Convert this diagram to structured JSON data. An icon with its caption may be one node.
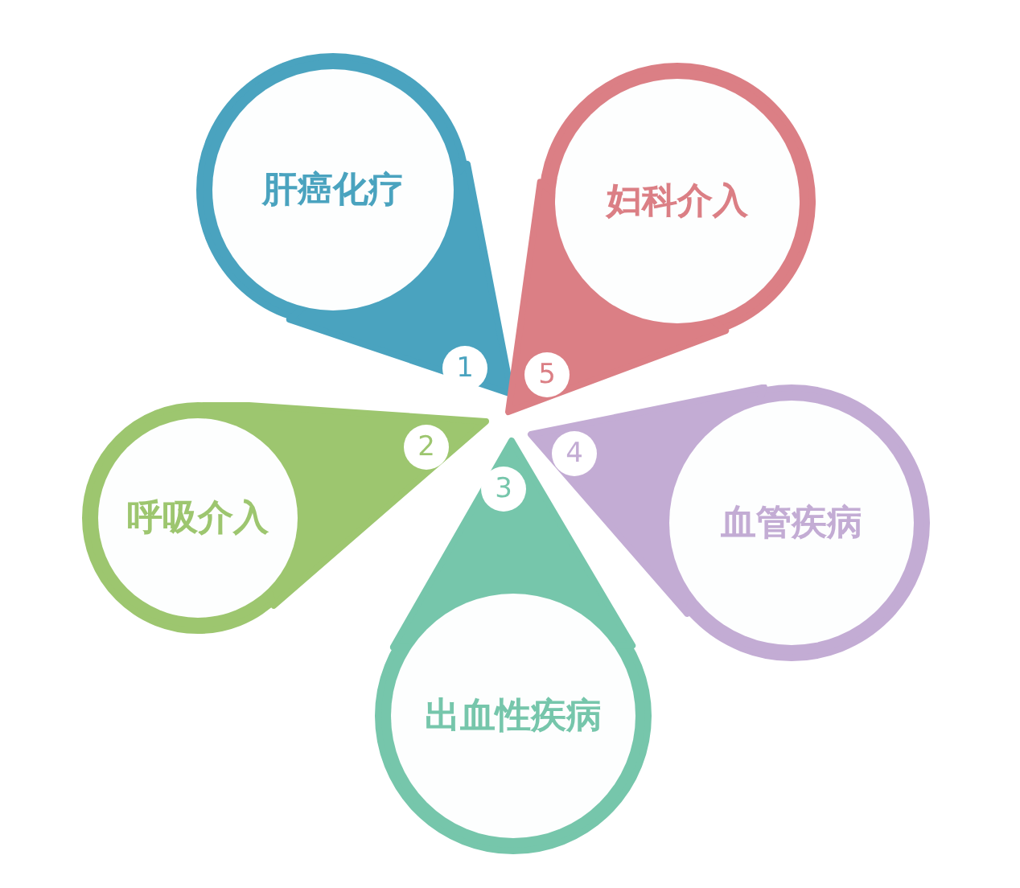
{
  "diagram": {
    "nodes": [
      {
        "text": [
          "肝癌化疗",
          "1"
        ]
      },
      {
        "text": [
          "呼吸介入",
          "2"
        ]
      },
      {
        "text": [
          "3",
          "出血性疾病"
        ]
      },
      {
        "text": [
          "血管疾病",
          "4"
        ]
      },
      {
        "text": [
          "妇科介入",
          "5"
        ]
      }
    ]
  }
}
